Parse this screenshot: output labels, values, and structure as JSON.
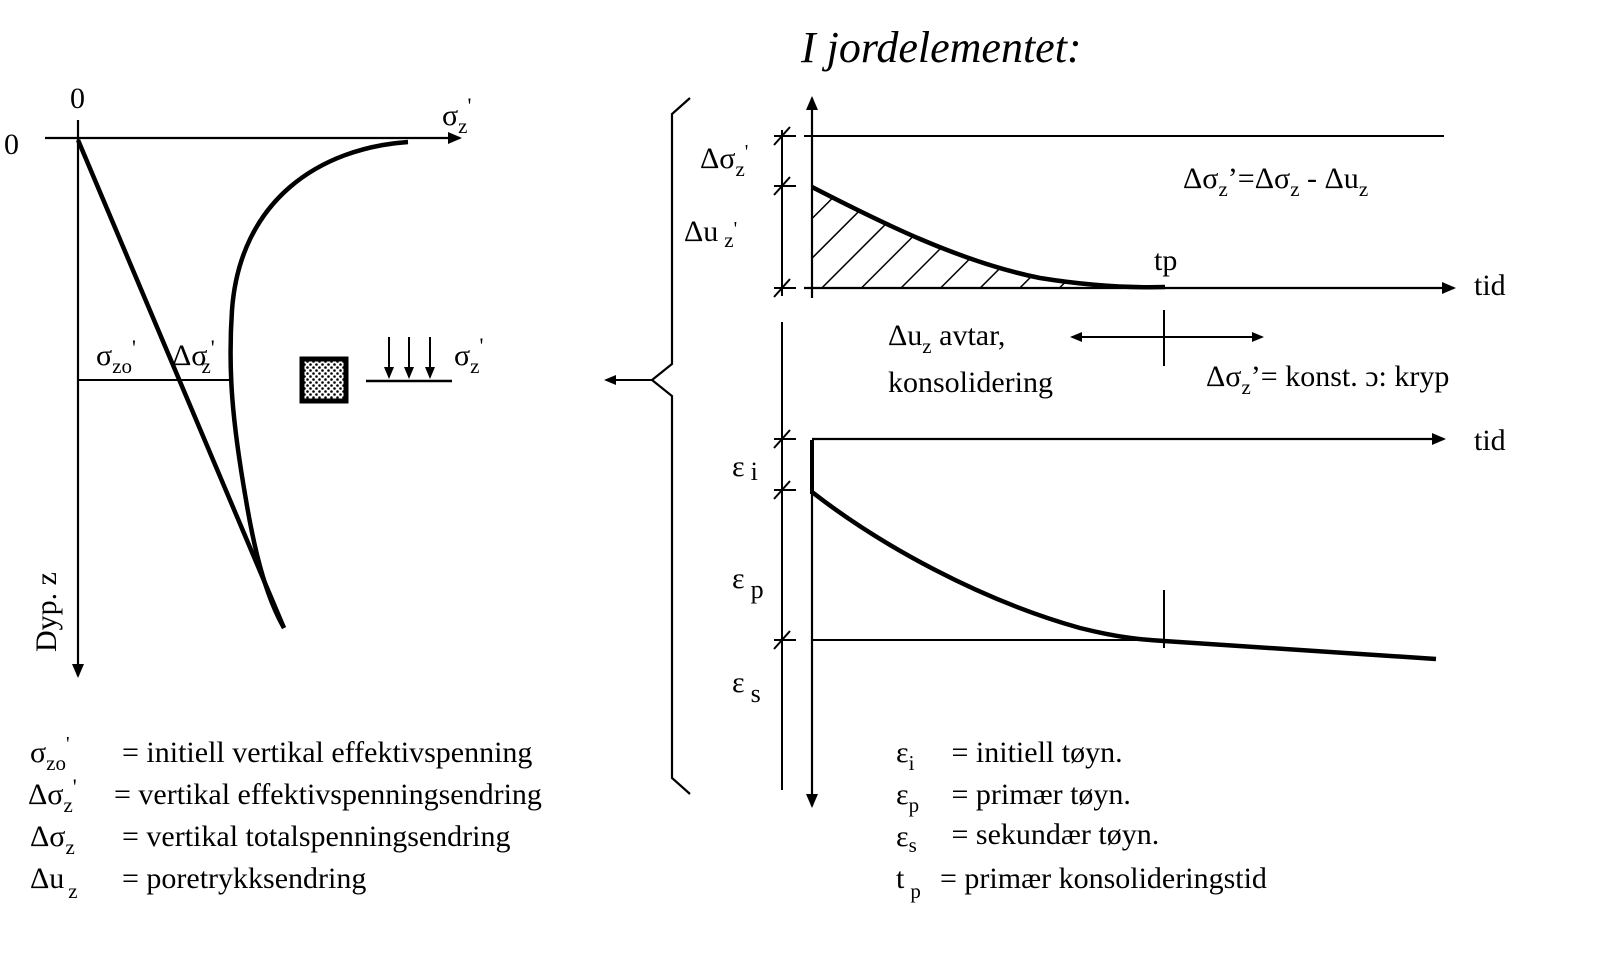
{
  "title": "I jordelementet:",
  "left_plot": {
    "origin_x_label": "0",
    "origin_y_label": "0",
    "x_axis_label": {
      "base": "σ",
      "sub": "z",
      "prime": "'"
    },
    "y_axis_label": "Dyp. z",
    "initial_label": {
      "base": "σ",
      "sub": "zo",
      "prime": "'"
    },
    "delta_label": {
      "base": "Δσ",
      "sub": "z",
      "prime": "'"
    },
    "element_load_label": {
      "base": "σ",
      "sub": "z",
      "prime": "'"
    }
  },
  "left_legend": [
    {
      "symbol": "σ",
      "sub": "zo",
      "prime": "'",
      "text": "= initiell vertikal effektivspenning"
    },
    {
      "symbol": "Δσ",
      "sub": "z",
      "prime": "'",
      "text": "= vertikal effektivspenningsendring"
    },
    {
      "symbol": "Δσ",
      "sub": "z",
      "prime": "",
      "text": "= vertikal totalspenningsendring"
    },
    {
      "symbol": "Δu",
      "sub": "z",
      "prime": "",
      "text": "= poretrykksendring"
    }
  ],
  "upper_plot": {
    "dim_labels": [
      {
        "base": "Δσ",
        "sub": "z",
        "prime": "'"
      },
      {
        "base": "Δu",
        "sub": "z",
        "prime": "'"
      }
    ],
    "equation": {
      "lhs": "Δσ",
      "lhs_sub": "z",
      "lhs_prime": "’",
      "eq": "=",
      "rhs1": "Δσ",
      "rhs1_sub": "z",
      "minus": " - ",
      "rhs2": "Δu",
      "rhs2_sub": "z"
    },
    "tp_label": "tp",
    "time_label": "tid"
  },
  "phase_labels": {
    "left_line1_base": "Δu",
    "left_line1_sub": "z",
    "left_line1_rest": " avtar,",
    "left_line2": "konsolidering",
    "right_base": "Δσ",
    "right_sub": "z",
    "right_rest": "’= konst.  ɔ: kryp"
  },
  "lower_plot": {
    "time_label": "tid",
    "dim_labels": [
      {
        "base": "ε",
        "sub": "i"
      },
      {
        "base": "ε",
        "sub": "p"
      },
      {
        "base": "ε",
        "sub": "s"
      }
    ]
  },
  "right_legend": [
    {
      "symbol": "ε",
      "sub": "i",
      "text": "  = initiell tøyn."
    },
    {
      "symbol": "ε",
      "sub": "p",
      "text": " = primær tøyn."
    },
    {
      "symbol": "ε",
      "sub": "s",
      "text": " = sekundær tøyn."
    },
    {
      "symbol": "t",
      "sub": "p",
      "text": "= primær konsolideringstid"
    }
  ]
}
